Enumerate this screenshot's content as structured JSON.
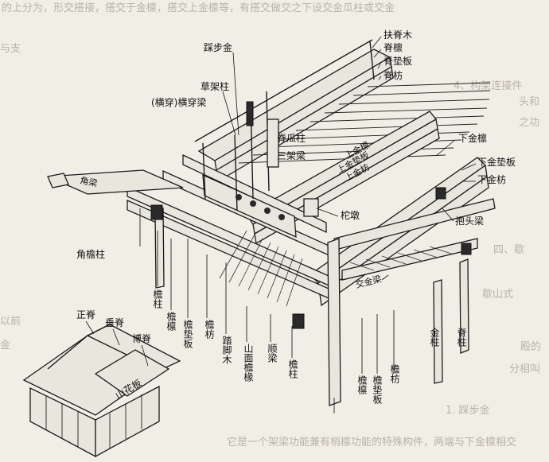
{
  "background_text": [
    "的上分为，形交搭接，搭交于金檩，搭交上金檩等，有搭交做交之下设交金瓜柱或交金",
    "4、构架连接件",
    "头和",
    "与支",
    "之功",
    "四、歇",
    "歇山式",
    "以前",
    "金",
    "殿的",
    "分相叫",
    "1. 踩步金",
    "它是一个架梁功能兼有梢檩功能的特殊构件，两端与下金檩相交"
  ],
  "labels": {
    "fuji_mu": "扶脊木",
    "ji_lin": "脊檩",
    "ji_dian_ban": "脊垫板",
    "ji_fang": "脊枋",
    "cai_bu_jin": "踩步金",
    "cao_jia_zhu": "草架柱",
    "heng_chuan_liang": "(横穿)横穿梁",
    "ji_gua_zhu": "脊瓜柱",
    "san_jia_liang": "三架梁",
    "shang_jin_lin": "上金檩",
    "shang_jin_dian_ban": "上金垫板",
    "shang_jin_fang": "上金枋",
    "tuo_dun": "柁墩",
    "xia_jin_lin": "下金檩",
    "xia_jin_dian_ban": "下金垫板",
    "xia_jin_fang": "下金枋",
    "bao_tou_liang": "抱头梁",
    "jiao_yan_zhu": "角檐柱",
    "yan_zhu_1": "檐柱",
    "yan_lin_1": "檐檩",
    "yan_dian_ban_1": "檐垫板",
    "yan_fang_1": "檐枋",
    "ta_jiao_mu": "踏脚木",
    "shan_mian_yan_chuan": "山面檐椽",
    "shun_liang": "顺梁",
    "yan_zhu_2": "檐柱",
    "yan_lin_2": "檐檩",
    "yan_dian_ban_2": "檐垫板",
    "yan_fang_2": "檐枋",
    "jin_zhu": "金柱",
    "ji_zhu": "脊柱",
    "jiao_liang": "角梁",
    "jiao_jin_liang": "交金梁",
    "zheng_ji": "正脊",
    "chui_ji": "垂脊",
    "bo_ji": "博脊",
    "shan_hua_ban": "山花板"
  }
}
